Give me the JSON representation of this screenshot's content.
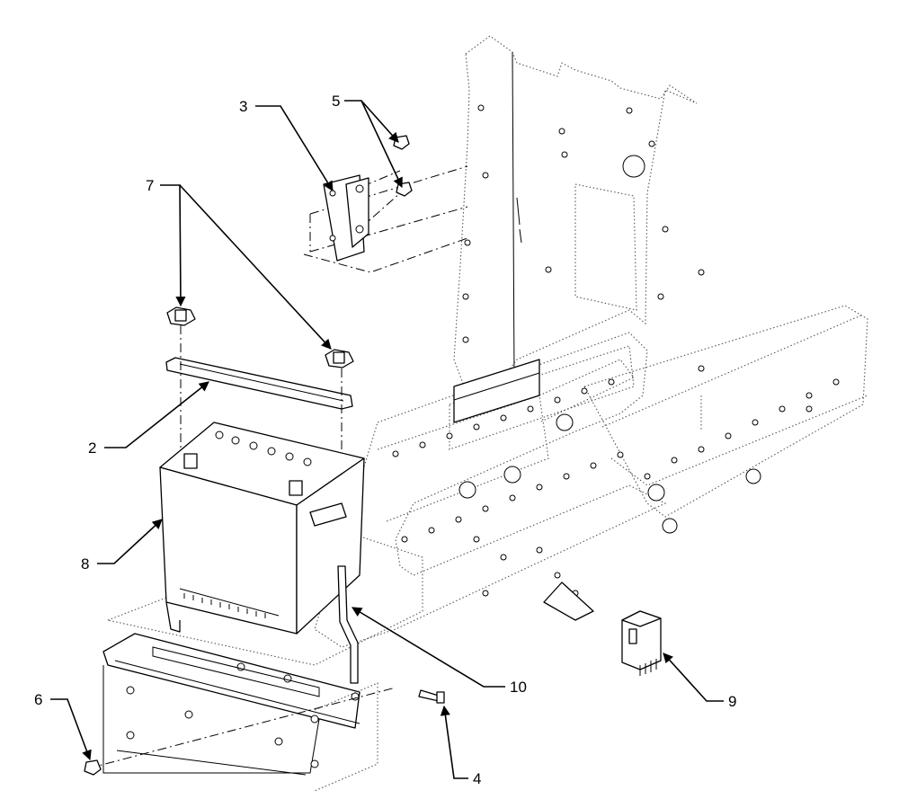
{
  "callouts": {
    "c2": "2",
    "c3": "3",
    "c4": "4",
    "c5": "5",
    "c6": "6",
    "c7": "7",
    "c8": "8",
    "c9": "9",
    "c10": "10"
  }
}
